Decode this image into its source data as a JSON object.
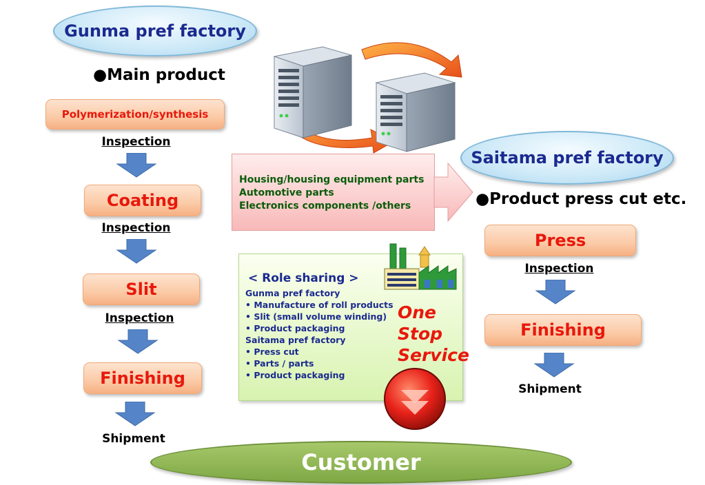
{
  "gunma": {
    "title": "Gunma pref factory",
    "bullet": "●Main product",
    "steps": [
      "Polymerization/synthesis",
      "Coating",
      "Slit",
      "Finishing"
    ],
    "inspection": "Inspection",
    "shipment": "Shipment"
  },
  "saitama": {
    "title": "Saitama pref factory",
    "bullet": "●Product press cut etc.",
    "steps": [
      "Press",
      "Finishing"
    ],
    "inspection": "Inspection",
    "shipment": "Shipment"
  },
  "products": {
    "lines": [
      "Housing/housing equipment parts",
      "Automotive parts",
      "Electronics components /others"
    ]
  },
  "role": {
    "title": "< Role sharing >",
    "lines": [
      "Gunma pref factory",
      "• Manufacture of roll products",
      "• Slit (small volume winding)",
      "• Product packaging",
      "Saitama pref factory",
      "• Press cut",
      "• Parts / parts",
      "• Product packaging"
    ]
  },
  "one_stop": [
    "One",
    "Stop",
    "Service"
  ],
  "customer": "Customer",
  "icons": [
    "server-icon",
    "factory-icon",
    "down-button-icon",
    "cycle-arrow-icon"
  ],
  "colors": {
    "step_text": "#e8180c",
    "title_text": "#1b2a8f",
    "products_text": "#0a5c0a",
    "customer_fill": "#8db556"
  }
}
